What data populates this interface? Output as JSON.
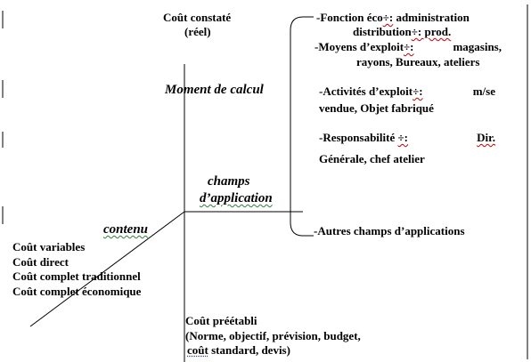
{
  "top_center": {
    "line1": "Coût constaté",
    "line2": "(réel)"
  },
  "axis_labels": {
    "moment": "Moment de calcul",
    "champs_line1": "champs",
    "champs_line2": "d’application",
    "contenu": "contenu"
  },
  "right_column": {
    "fonction": {
      "prefix": "-Fonction éco",
      "mark": "÷:",
      "rest": "administration",
      "line2a": "distribution",
      "line2b": "÷: prod."
    },
    "moyens": {
      "prefix": "-Moyens   d’exploit",
      "mark": "÷:",
      "rest": "magasins,",
      "line2": "rayons, Bureaux, ateliers"
    },
    "activites": {
      "prefix": "-Activités    d’exploit",
      "mark": "÷:",
      "rest": "m/se",
      "line2": "vendue, Objet fabriqué"
    },
    "responsabilite": {
      "prefix": "-Responsabilité",
      "mark": "÷:",
      "rest": "Dir.",
      "line2": "Générale,    chef atelier"
    },
    "autres": "-Autres champs d’applications"
  },
  "contenu_list": [
    "Coût variables",
    "Coût direct",
    "Coût complet traditionnel",
    "Coût complet économique"
  ],
  "bottom": {
    "line1": "Coût préétabli",
    "line2": "(Norme, objectif, prévision, budget,",
    "line3a": "coût",
    "line3b": " standard, devis)"
  }
}
